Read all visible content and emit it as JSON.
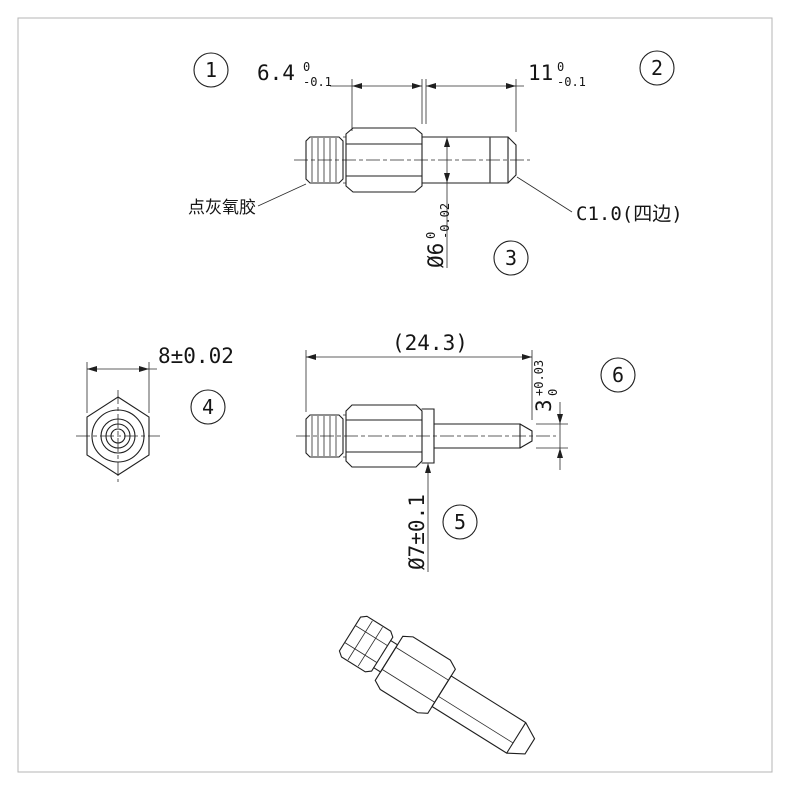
{
  "drawing": {
    "balloons": [
      "1",
      "2",
      "3",
      "4",
      "5",
      "6"
    ],
    "dims": {
      "hex_len": {
        "value": "6.4",
        "upper": "0",
        "lower": "-0.1"
      },
      "body_len": {
        "value": "11",
        "upper": "0",
        "lower": "-0.1"
      },
      "body_dia": {
        "value": "Ø6",
        "upper": "0",
        "lower": "-0.02"
      },
      "across_flats": {
        "value": "8±0.02"
      },
      "overall_len": {
        "value": "(24.3)"
      },
      "pin_dia": {
        "value": "3",
        "upper": "+0.03",
        "lower": "0"
      },
      "flange_dia": {
        "value": "Ø7±0.1"
      }
    },
    "labels": {
      "epoxy_note": "点灰氧胶",
      "chamfer_note": "C1.0(四边)"
    }
  }
}
